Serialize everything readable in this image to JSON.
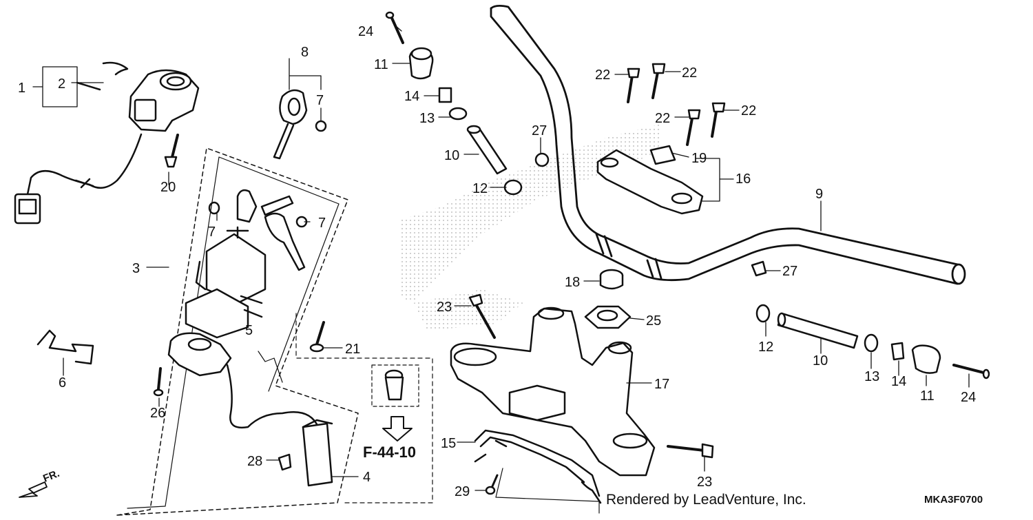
{
  "diagram": {
    "callouts": [
      "1",
      "2",
      "3",
      "4",
      "5",
      "6",
      "7",
      "8",
      "9",
      "10",
      "11",
      "12",
      "13",
      "14",
      "15",
      "16",
      "17",
      "18",
      "19",
      "20",
      "21",
      "22",
      "23",
      "24",
      "25",
      "26",
      "27",
      "28",
      "29"
    ],
    "reference": "F-44-10",
    "direction_label": "FR.",
    "credit": "Rendered by LeadVenture, Inc.",
    "diagram_code": "MKA3F0700"
  }
}
